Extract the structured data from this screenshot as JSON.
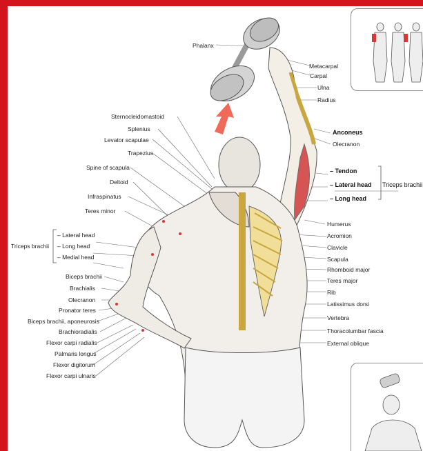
{
  "labels_left": [
    "Sternocleidomastoid",
    "Splenius",
    "Levator scapulae",
    "Trapezius",
    "Spine of scapula",
    "Deltoid",
    "Infraspinatus",
    "Teres minor"
  ],
  "triceps_left": {
    "group": "Triceps brachii",
    "heads": [
      "Lateral head",
      "Long head",
      "Medial head"
    ]
  },
  "labels_left_lower": [
    "Biceps brachii",
    "Brachialis",
    "Olecranon",
    "Pronator teres",
    "Biceps brachii, aponeurosis",
    "Brachioradialis",
    "Flexor carpi radialis",
    "Palmaris longus",
    "Flexor digitorum",
    "Flexor carpi ulnaris"
  ],
  "labels_top": {
    "phalanx": "Phalanx",
    "metacarpal": "Metacarpal",
    "carpal": "Carpal",
    "ulna": "Ulna",
    "radius": "Radius"
  },
  "labels_right_upper": {
    "anconeus": "Anconeus",
    "olecranon": "Olecranon"
  },
  "triceps_right": {
    "group": "Triceps brachii",
    "items": [
      "– Tendon",
      "– Lateral head",
      "– Long head"
    ]
  },
  "labels_right": [
    "Humerus",
    "Acromion",
    "Clavicle",
    "Scapula",
    "Rhomboid major",
    "Teres major",
    "Rib",
    "Latissimus dorsi",
    "Vertebra",
    "Thoracolumbar fascia",
    "External oblique"
  ],
  "colors": {
    "frame": "#d3141c",
    "background": "#0b2f9a",
    "muscle_highlight": "#d23a3a",
    "bone": "#f1dc8a",
    "arrow": "#f06a5a"
  }
}
